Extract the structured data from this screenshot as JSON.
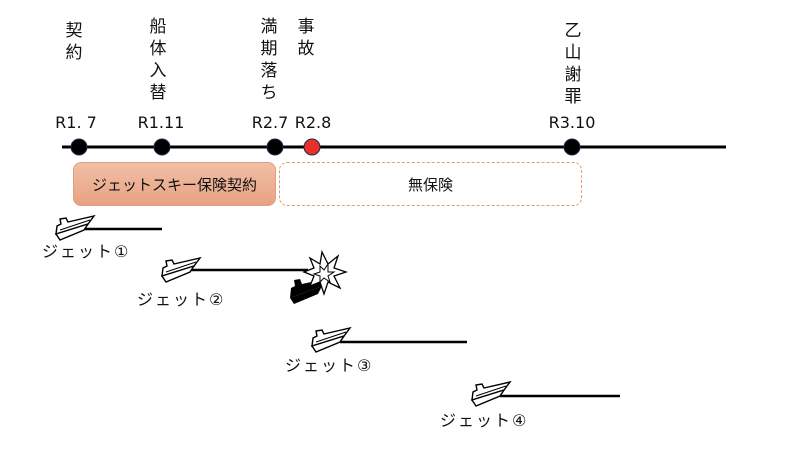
{
  "events": [
    {
      "label": [
        "契",
        "約"
      ],
      "date": "R1. 7",
      "color": "#000000"
    },
    {
      "label": [
        "船",
        "体",
        "入",
        "替"
      ],
      "date": "R1.11",
      "color": "#000000"
    },
    {
      "label": [
        "満",
        "期",
        "落",
        "ち"
      ],
      "date": "R2.7",
      "color": "#000000"
    },
    {
      "label": [
        "事",
        "故"
      ],
      "date": "R2.8",
      "color": "#e8302a"
    },
    {
      "label": [
        "乙",
        "山",
        "謝",
        "罪"
      ],
      "date": "R3.10",
      "color": "#000000"
    }
  ],
  "periods": {
    "insured": "ジェットスキー保険契約",
    "uninsured": "無保険"
  },
  "jets": [
    "ジェット①",
    "ジェット②",
    "ジェット③",
    "ジェット④"
  ]
}
